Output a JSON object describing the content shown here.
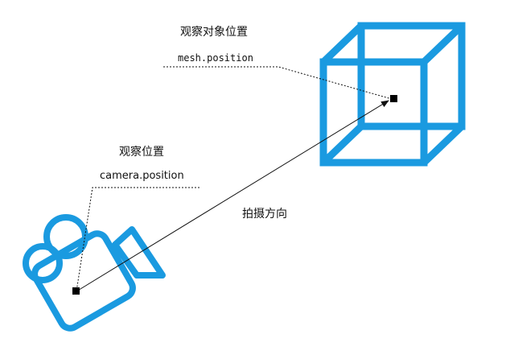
{
  "labels": {
    "target_title": "观察对象位置",
    "target_code": "mesh.position",
    "camera_title": "观察位置",
    "camera_code": "camera.position",
    "direction": "拍摄方向"
  },
  "icons": {
    "object": "cube-icon",
    "camera": "video-camera-icon"
  },
  "colors": {
    "icon_stroke": "#1a9ae0",
    "line": "#111111",
    "marker": "#000000"
  }
}
